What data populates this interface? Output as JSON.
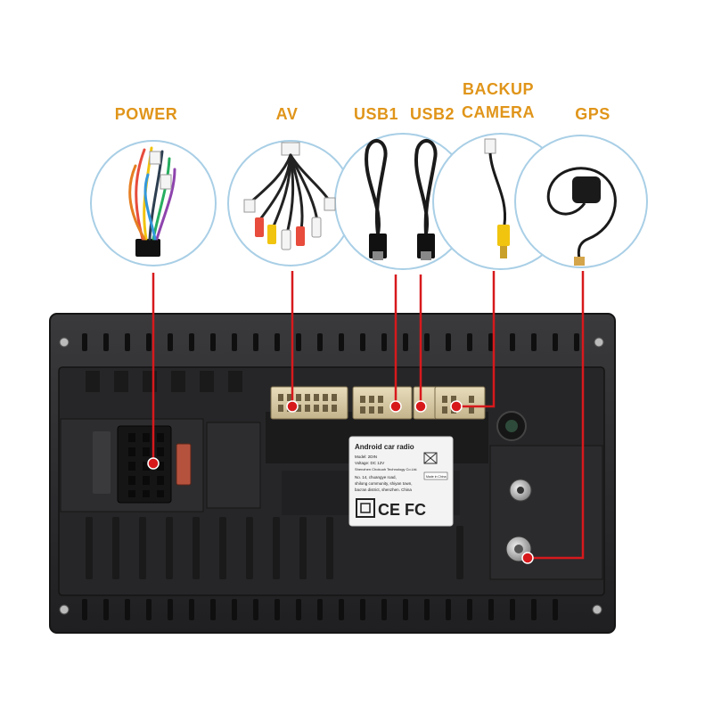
{
  "labels": {
    "power": "POWER",
    "av": "AV",
    "usb1": "USB1",
    "usb2": "USB2",
    "backup_line1": "BACKUP",
    "backup_line2": "CAMERA",
    "gps": "GPS"
  },
  "sticker": {
    "title": "Android car radio",
    "model": "Model: 2DIN",
    "voltage": "Voltage: DC 12V",
    "maker": "Shenzhen Chokuoh Technology Co.Ltd.",
    "addr1": "No. 14, chuangye road,",
    "addr2": "shilong community, shiyan town,",
    "addr3": "bao'an district, shenzhen. China",
    "made_in": "Made in China",
    "cert": "CE FC"
  },
  "colors": {
    "label": "#e0951a",
    "wire": "#d7191c",
    "unit_body": "#2a2a2c",
    "connector": "#d9ccaa"
  }
}
